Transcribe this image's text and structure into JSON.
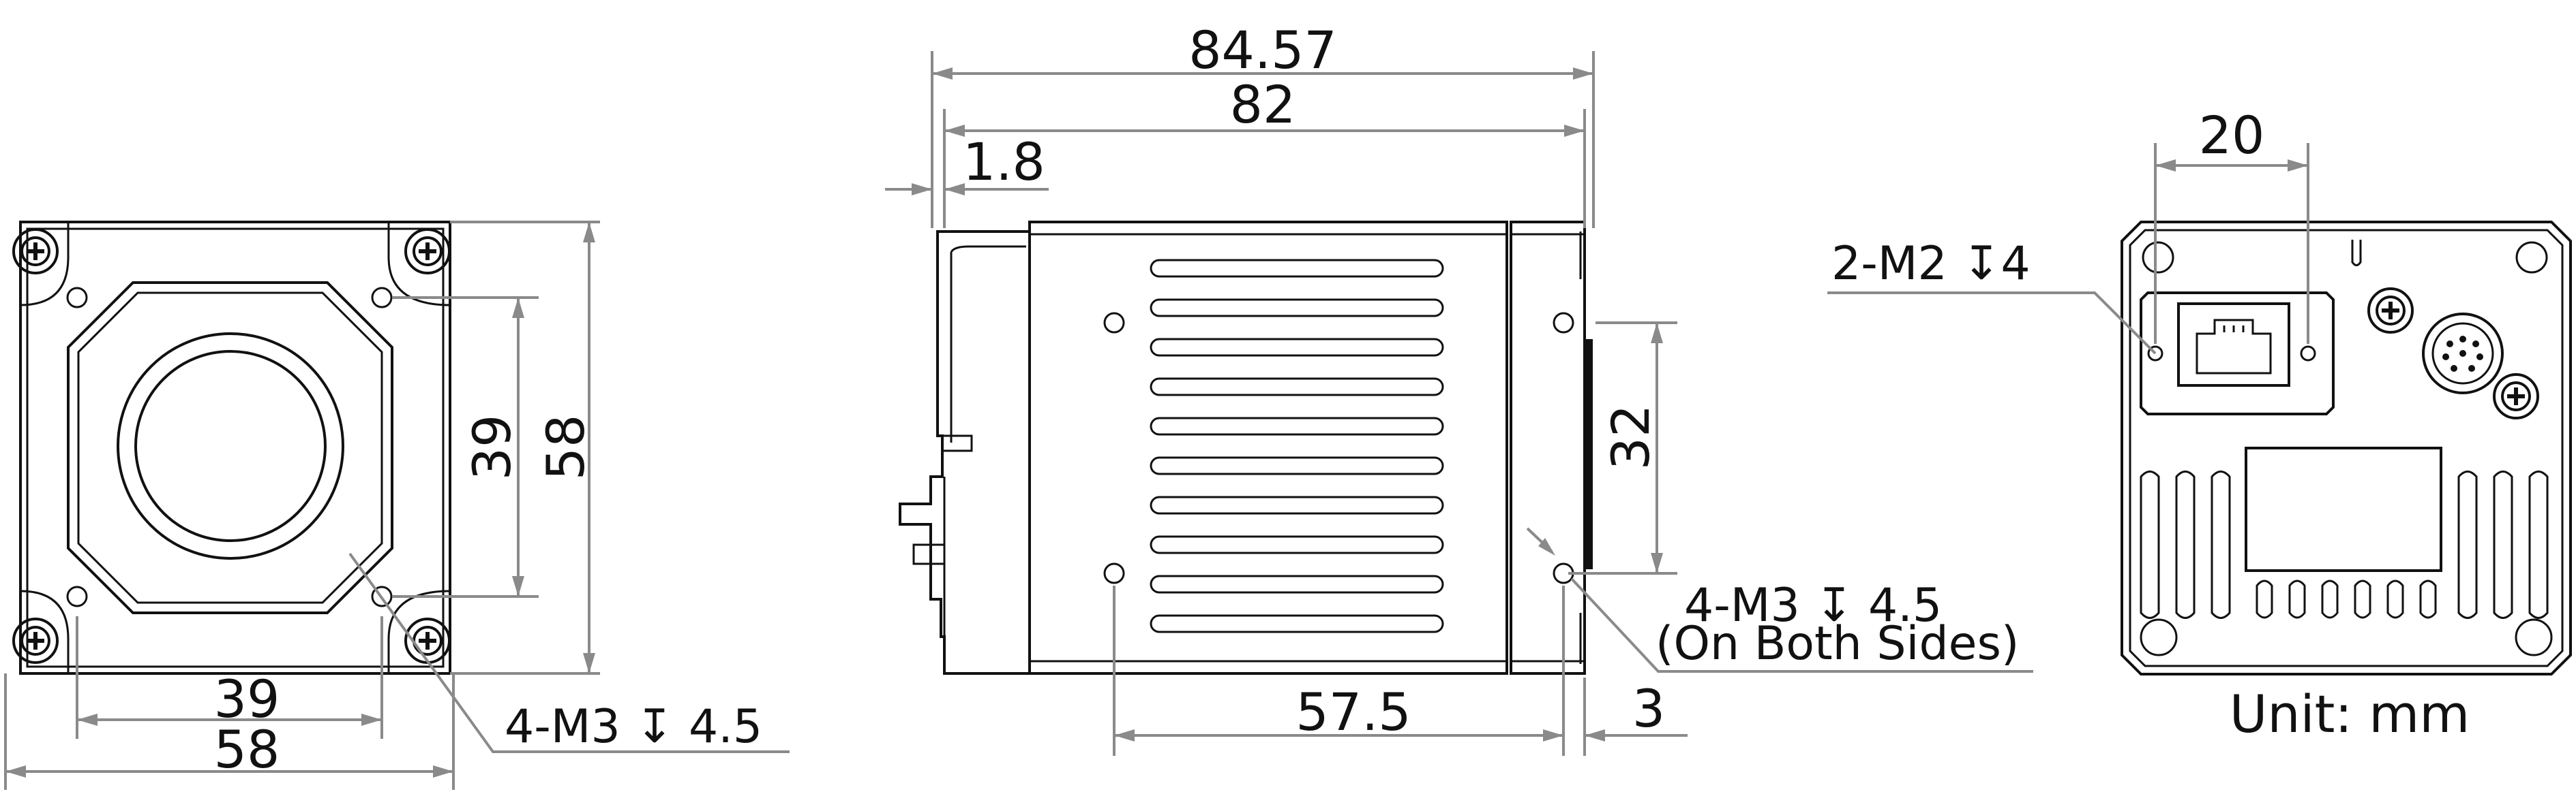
{
  "front_view": {
    "dim_width_outer": "58",
    "dim_width_holes": "39",
    "dim_height_outer": "58",
    "dim_height_holes": "39",
    "hole_note": "4-M3 ↧ 4.5"
  },
  "side_view": {
    "dim_total_length": "84.57",
    "dim_body_length": "82",
    "dim_flange": "1.8",
    "dim_hole_spacing": "57.5",
    "dim_offset": "3",
    "dim_height_holes": "32",
    "hole_note_line1": "4-M3 ↧ 4.5",
    "hole_note_line2": "(On Both Sides)"
  },
  "rear_view": {
    "dim_hole_spacing": "20",
    "hole_note": "2-M2 ↧4",
    "unit_label": "Unit: mm"
  },
  "icons": [
    "ethernet-port-icon",
    "connector-icon",
    "screw-icon"
  ]
}
